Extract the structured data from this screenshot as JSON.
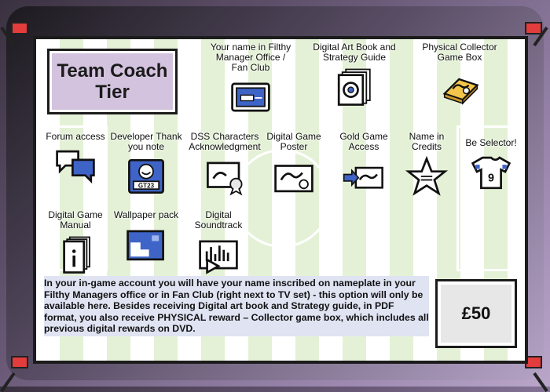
{
  "tier_title": "Team Coach Tier",
  "rewards_row1": [
    {
      "label": "Your name in Filthy Manager Office / Fan Club",
      "icon": "nameplate-icon"
    },
    {
      "label": "Digital Art Book and Strategy Guide",
      "icon": "artbook-icon"
    },
    {
      "label": "Physical Collector Game Box",
      "icon": "game-box-icon"
    }
  ],
  "rewards_row2": [
    {
      "label": "Forum access",
      "icon": "forum-icon"
    },
    {
      "label": "Developer Thank you note",
      "icon": "thank-you-note-icon"
    },
    {
      "label": "DSS Characters Acknowledgment",
      "icon": "certificate-icon"
    },
    {
      "label": "Digital Game Poster",
      "icon": "poster-icon"
    },
    {
      "label": "Gold Game Access",
      "icon": "gold-access-icon"
    },
    {
      "label": "Name in Credits",
      "icon": "star-icon"
    },
    {
      "label": "Be Selector!",
      "icon": "jersey-icon"
    }
  ],
  "rewards_row3": [
    {
      "label": "Digital Game Manual",
      "icon": "manual-icon"
    },
    {
      "label": "Wallpaper pack",
      "icon": "wallpaper-icon"
    },
    {
      "label": "Digital Soundtrack",
      "icon": "soundtrack-icon"
    }
  ],
  "description": "In your in-game account you will have your name inscribed on nameplate in your Filthy Managers office or in Fan Club (right next to TV set) - this option will only be available here. Besides receiving Digital art book and Strategy guide, in PDF format, you also receive PHYSICAL reward – Collector game box, which includes all previous digital rewards on DVD.",
  "price": "£50",
  "jersey_number": "9",
  "note_badge": "GT23",
  "colors": {
    "accent_purple": "#d4c3df",
    "pitch_green": "#e4f1d6",
    "icon_blue": "#3f64c8",
    "flag_red": "#e23c3c",
    "box_gold": "#f3c54a"
  }
}
